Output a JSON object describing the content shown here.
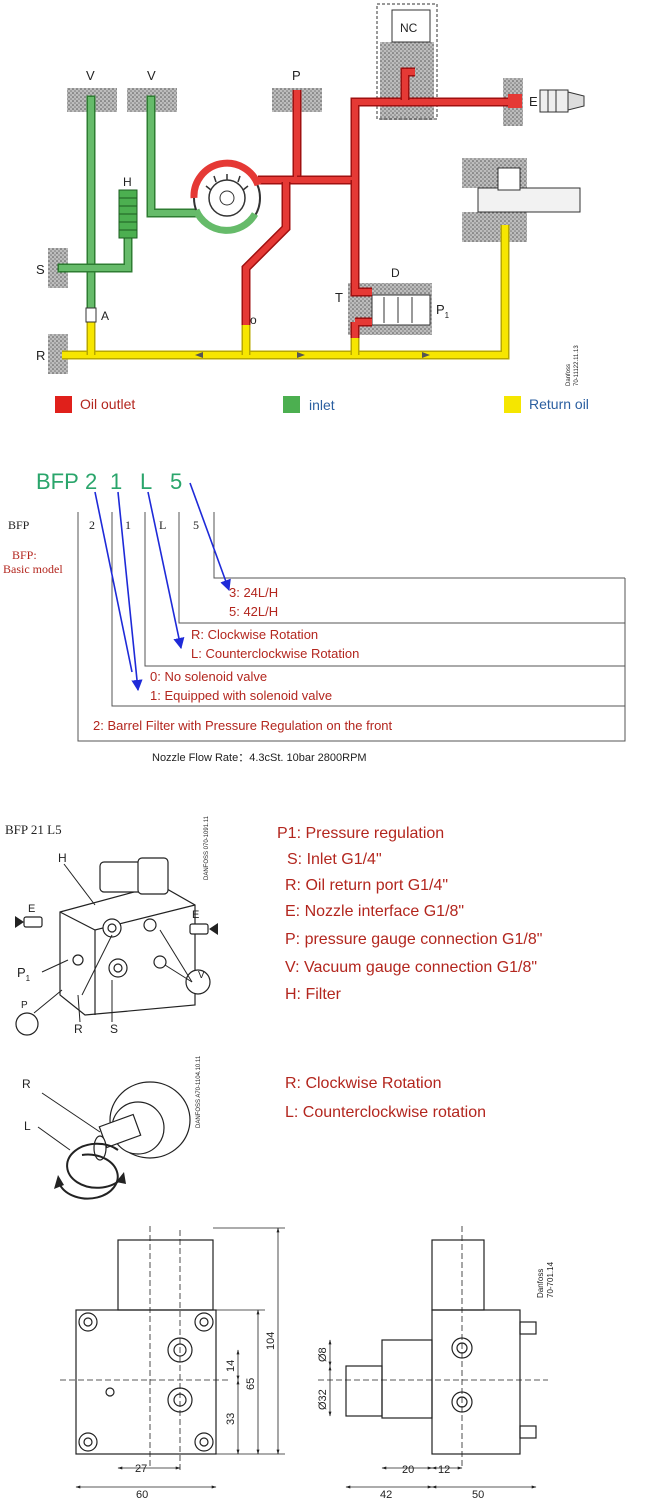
{
  "hydraulic": {
    "labels": {
      "v1": "V",
      "v2": "V",
      "p": "P",
      "nc": "NC",
      "e": "E",
      "h": "H",
      "s": "S",
      "a": "A",
      "o": "o",
      "t": "T",
      "d": "D",
      "p1": "P",
      "p1_sub": "1",
      "r": "R",
      "stamp1": "Danfoss",
      "stamp2": "70-11122.11.13"
    },
    "legend": [
      {
        "label": "Oil outlet",
        "color": "#e0201b"
      },
      {
        "label": "inlet",
        "color": "#4caf50"
      },
      {
        "label": "Return oil",
        "color": "#f5e600"
      }
    ],
    "colors": {
      "outlet": "#e0201b",
      "inlet": "#5cb85c",
      "return": "#f7e600",
      "hatch": "#9a9a9a"
    }
  },
  "model_code": {
    "heading": [
      "BFP",
      "2",
      "1",
      "L",
      "5"
    ],
    "row": [
      "BFP",
      "2",
      "1",
      "L",
      "5"
    ],
    "basic_model": [
      "BFP:",
      "Basic model"
    ],
    "options": {
      "flow": [
        "3:   24L/H",
        "5:   42L/H"
      ],
      "rotation": [
        "R:   Clockwise Rotation",
        "L:   Counterclockwise Rotation"
      ],
      "solenoid": [
        "0:    No solenoid valve",
        "1:   Equipped with solenoid valve"
      ],
      "filter": "2:    Barrel Filter with Pressure Regulation on the front"
    },
    "note": "Nozzle Flow Rate：4.3cSt.  10bar  2800RPM",
    "colors": {
      "heading": "#2aa56b",
      "text": "#b3261e",
      "arrow": "#1e2ad8"
    }
  },
  "pump_view": {
    "title": "BFP  21  L5",
    "labels": {
      "h": "H",
      "e_left": "E",
      "e_right": "E",
      "p1": "P",
      "p1_sub": "1",
      "p": "P",
      "v": "V",
      "r": "R",
      "s": "S",
      "stamp": "DANFOSS 070-1091.11"
    },
    "legend": [
      "P1: Pressure regulation",
      "S:  Inlet  G1/4\"",
      "R: Oil return port  G1/4\"",
      "E: Nozzle interface G1/8\"",
      "P: pressure gauge connection G1/8\"",
      "V: Vacuum gauge connection G1/8\"",
      "H: Filter"
    ]
  },
  "rotation_view": {
    "labels": {
      "r": "R",
      "l": "L",
      "stamp": "DANFOSS A70-1104.10.11"
    },
    "legend": [
      "R:  Clockwise Rotation",
      "L:  Counterclockwise rotation"
    ]
  },
  "dimensions": {
    "front": {
      "d60": "60",
      "d27": "27",
      "d14": "14",
      "d33": "33",
      "d65": "65",
      "d104": "104"
    },
    "side": {
      "d8": "Ø8",
      "d32": "Ø32",
      "d20": "20",
      "d12": "12",
      "d42": "42",
      "d50": "50"
    },
    "stamp": [
      "Danfoss",
      "70-701.14"
    ]
  }
}
